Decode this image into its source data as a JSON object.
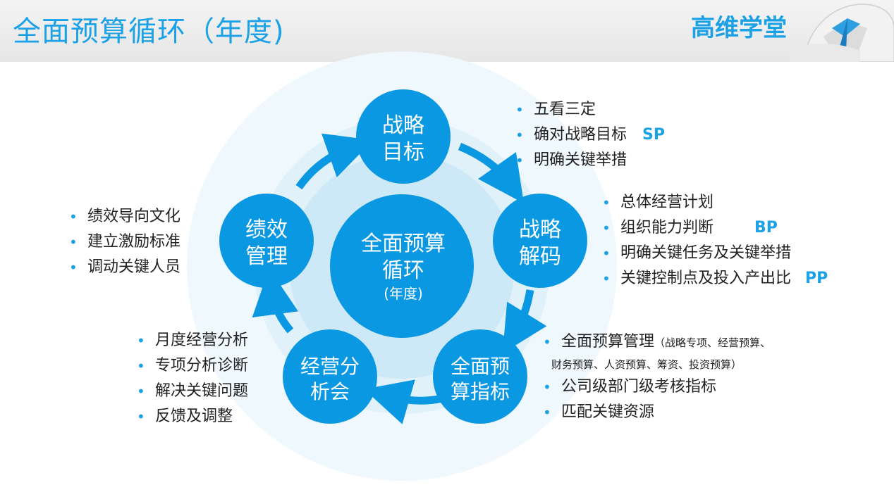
{
  "header": {
    "title": "全面预算循环（年度)",
    "brand": "高维学堂"
  },
  "center": {
    "line1": "全面预算",
    "line2": "循环",
    "line3": "(年度)"
  },
  "nodes": {
    "strategy_goal": [
      "战略",
      "目标"
    ],
    "strategy_decode": [
      "战略",
      "解码"
    ],
    "budget_index": [
      "全面预",
      "算指标"
    ],
    "ops_meeting": [
      "经营分",
      "析会"
    ],
    "perf_mgmt": [
      "绩效",
      "管理"
    ]
  },
  "lists": {
    "top_right": [
      "五看三定",
      "确对战略目标",
      "明确关键举措"
    ],
    "top_right_tag": "SP",
    "mid_right": [
      "总体经营计划",
      "组织能力判断",
      "明确关键任务及关键举措",
      "关键控制点及投入产出比"
    ],
    "mid_right_tag1": "BP",
    "mid_right_tag2": "PP",
    "bottom_right_item1": "全面预算管理",
    "bottom_right_item1_detail_a": "（战略专项、经营预算、",
    "bottom_right_item1_detail_b": "财务预算、人资预算、筹资、投资预算）",
    "bottom_right_rest": [
      "公司级部门级考核指标",
      "匹配关键资源"
    ],
    "bottom_left": [
      "月度经营分析",
      "专项分析诊断",
      "解决关键问题",
      "反馈及调整"
    ],
    "left": [
      "绩效导向文化",
      "建立激励标准",
      "调动关键人员"
    ]
  },
  "colors": {
    "accent": "#1ba1e6",
    "node": "#0b98e3",
    "ring_outer": "#eaf6fc",
    "ring_inner": "#cfeaf8"
  }
}
